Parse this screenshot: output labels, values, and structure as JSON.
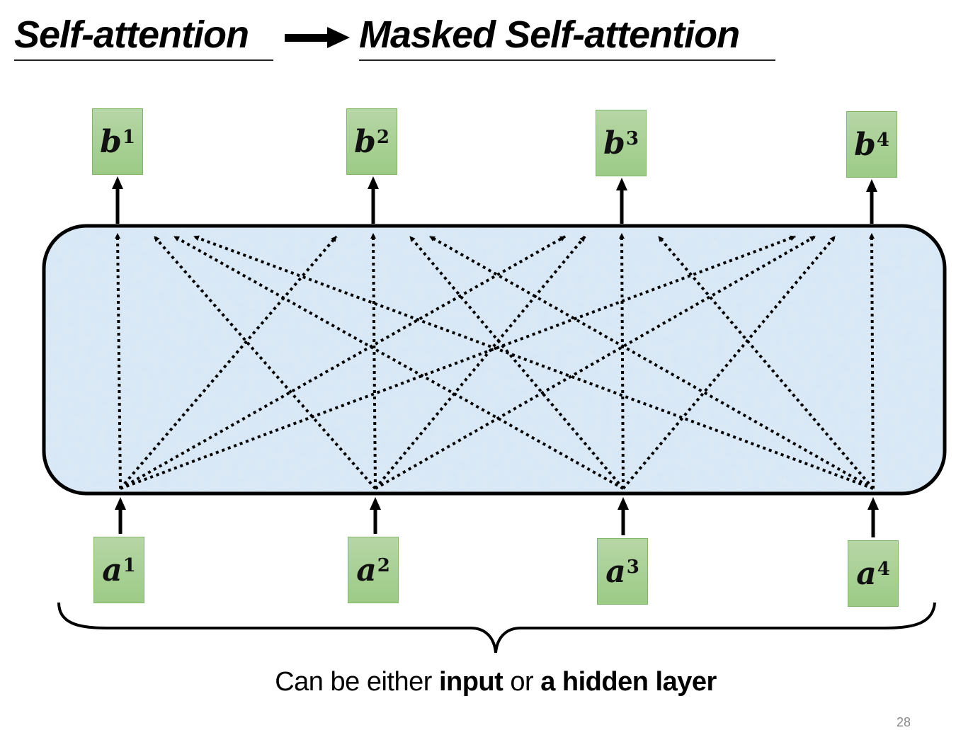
{
  "slide": {
    "title_left": "Self-attention",
    "title_right": "Masked Self-attention",
    "title_arrow_icon": "right-arrow-icon",
    "page_number": "28"
  },
  "diagram": {
    "box_fill_color": "#d6e6f5",
    "node_fill_color": "#a8d08d",
    "inputs": [
      {
        "base": "a",
        "sup": "1"
      },
      {
        "base": "a",
        "sup": "2"
      },
      {
        "base": "a",
        "sup": "3"
      },
      {
        "base": "a",
        "sup": "4"
      }
    ],
    "outputs": [
      {
        "base": "b",
        "sup": "1"
      },
      {
        "base": "b",
        "sup": "2"
      },
      {
        "base": "b",
        "sup": "3"
      },
      {
        "base": "b",
        "sup": "4"
      }
    ],
    "connections": "all-to-all",
    "connection_style": "dotted-arrow"
  },
  "caption": {
    "part1": "Can be either ",
    "bold1": "input",
    "part2": " or ",
    "bold2": "a hidden layer"
  }
}
